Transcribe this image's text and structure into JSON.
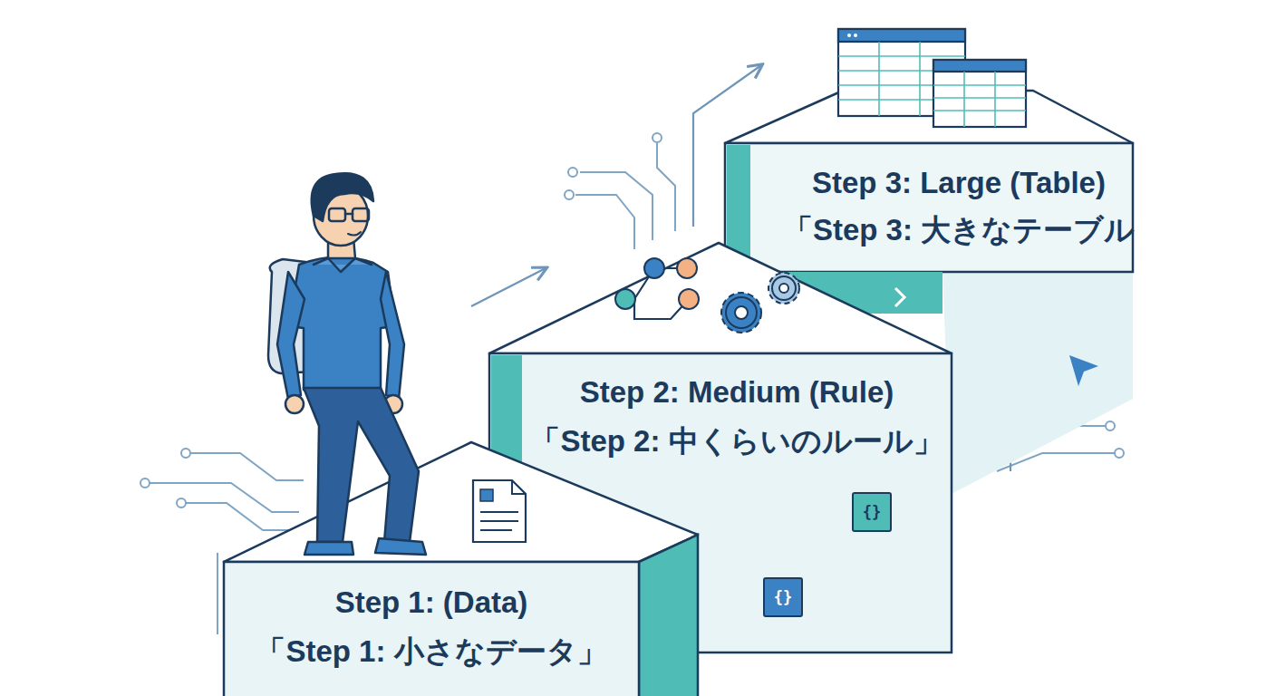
{
  "diagram": {
    "nodes": [
      {
        "text": [
          "Step 1: (Data)",
          "「Step 1: 小さなデータ」"
        ]
      },
      {
        "text": [
          "Step 2: Medium (Rule)",
          "「Step 2: 中くらいのルール」"
        ]
      },
      {
        "text": [
          "Step 3: Large (Table)",
          "「Step 3: 大きなテーブル"
        ]
      }
    ],
    "labels": [
      "{}",
      "{}"
    ]
  }
}
